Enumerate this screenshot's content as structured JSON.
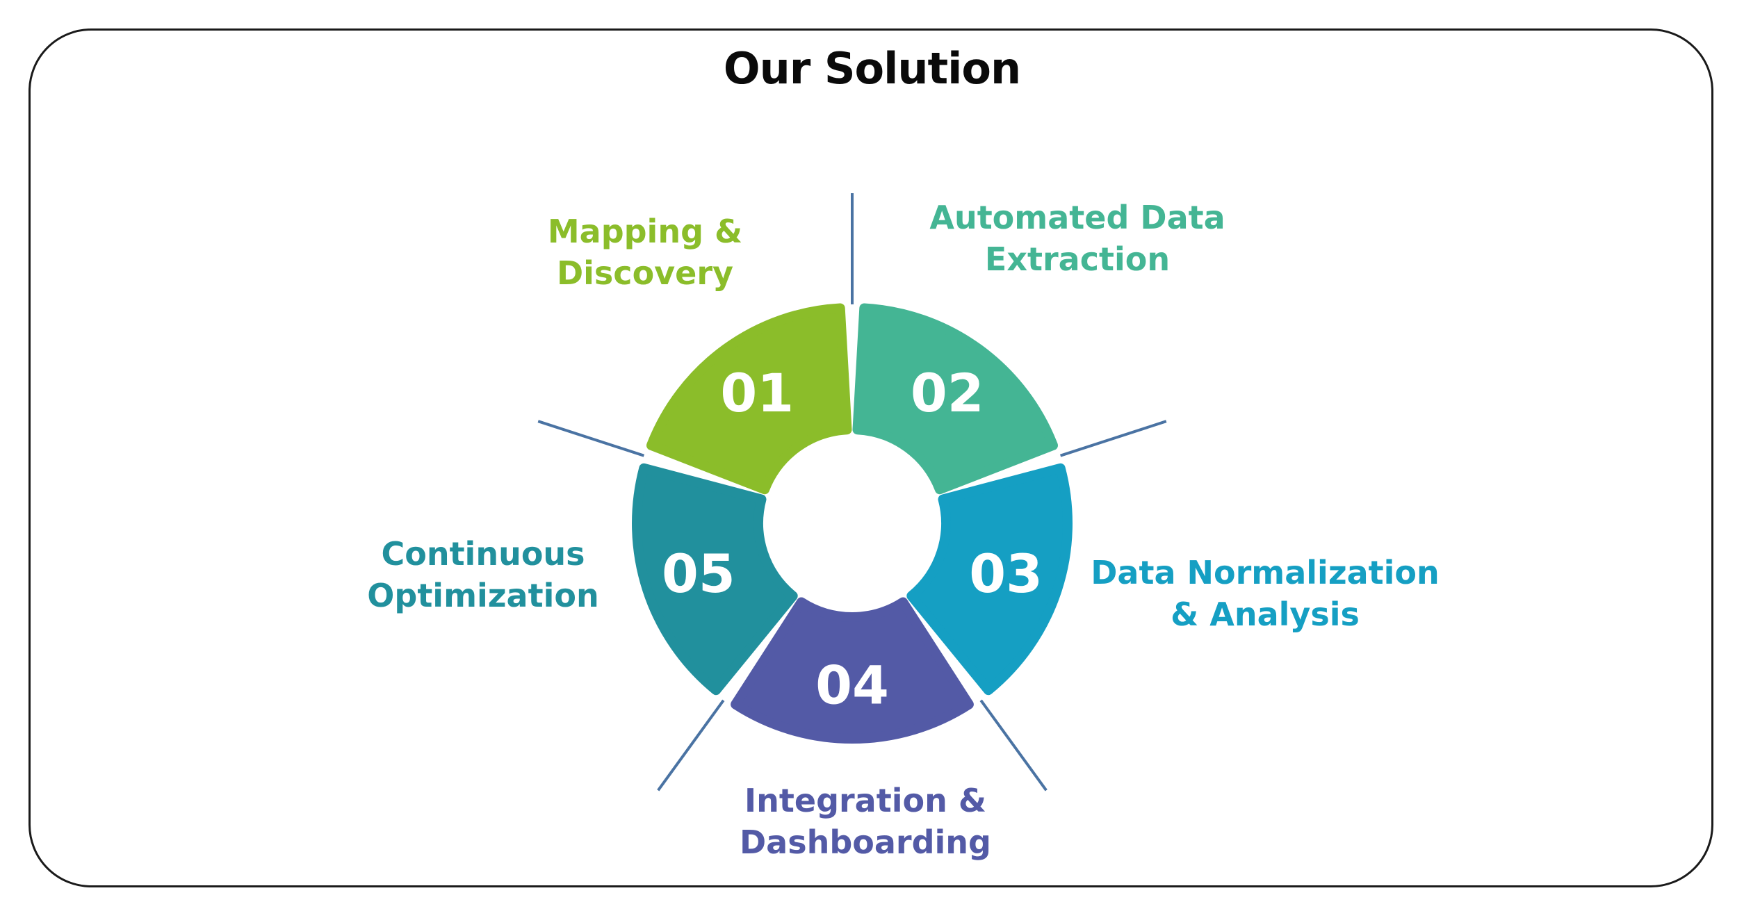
{
  "title": "Our Solution",
  "colors": {
    "step1": "#8bbd2a",
    "step2": "#44b594",
    "step3": "#159fc3",
    "step4": "#535aa6",
    "step5": "#21909d",
    "divider": "#4a73a3"
  },
  "steps": [
    {
      "number": "01",
      "label_line1": "Mapping &",
      "label_line2": "Discovery"
    },
    {
      "number": "02",
      "label_line1": "Automated Data",
      "label_line2": "Extraction"
    },
    {
      "number": "03",
      "label_line1": "Data Normalization",
      "label_line2": "& Analysis"
    },
    {
      "number": "04",
      "label_line1": "Integration &",
      "label_line2": "Dashboarding"
    },
    {
      "number": "05",
      "label_line1": "Continuous",
      "label_line2": "Optimization"
    }
  ]
}
